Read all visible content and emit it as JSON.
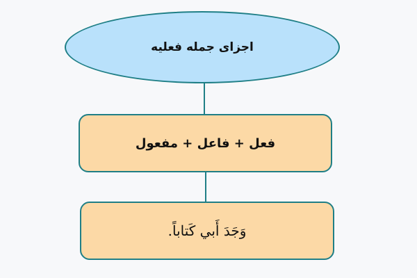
{
  "diagram": {
    "top_node": {
      "label": "اجزای جمله فعلیه"
    },
    "middle_node": {
      "label": "فعل + فاعل + مفعول"
    },
    "bottom_node": {
      "label": "وَجَدَ أَبي كَتاباً."
    }
  },
  "colors": {
    "ellipse_fill": "#b9e1fb",
    "box_fill": "#fcd9a6",
    "stroke": "#1f7f86",
    "background": "#f7f8fa"
  }
}
